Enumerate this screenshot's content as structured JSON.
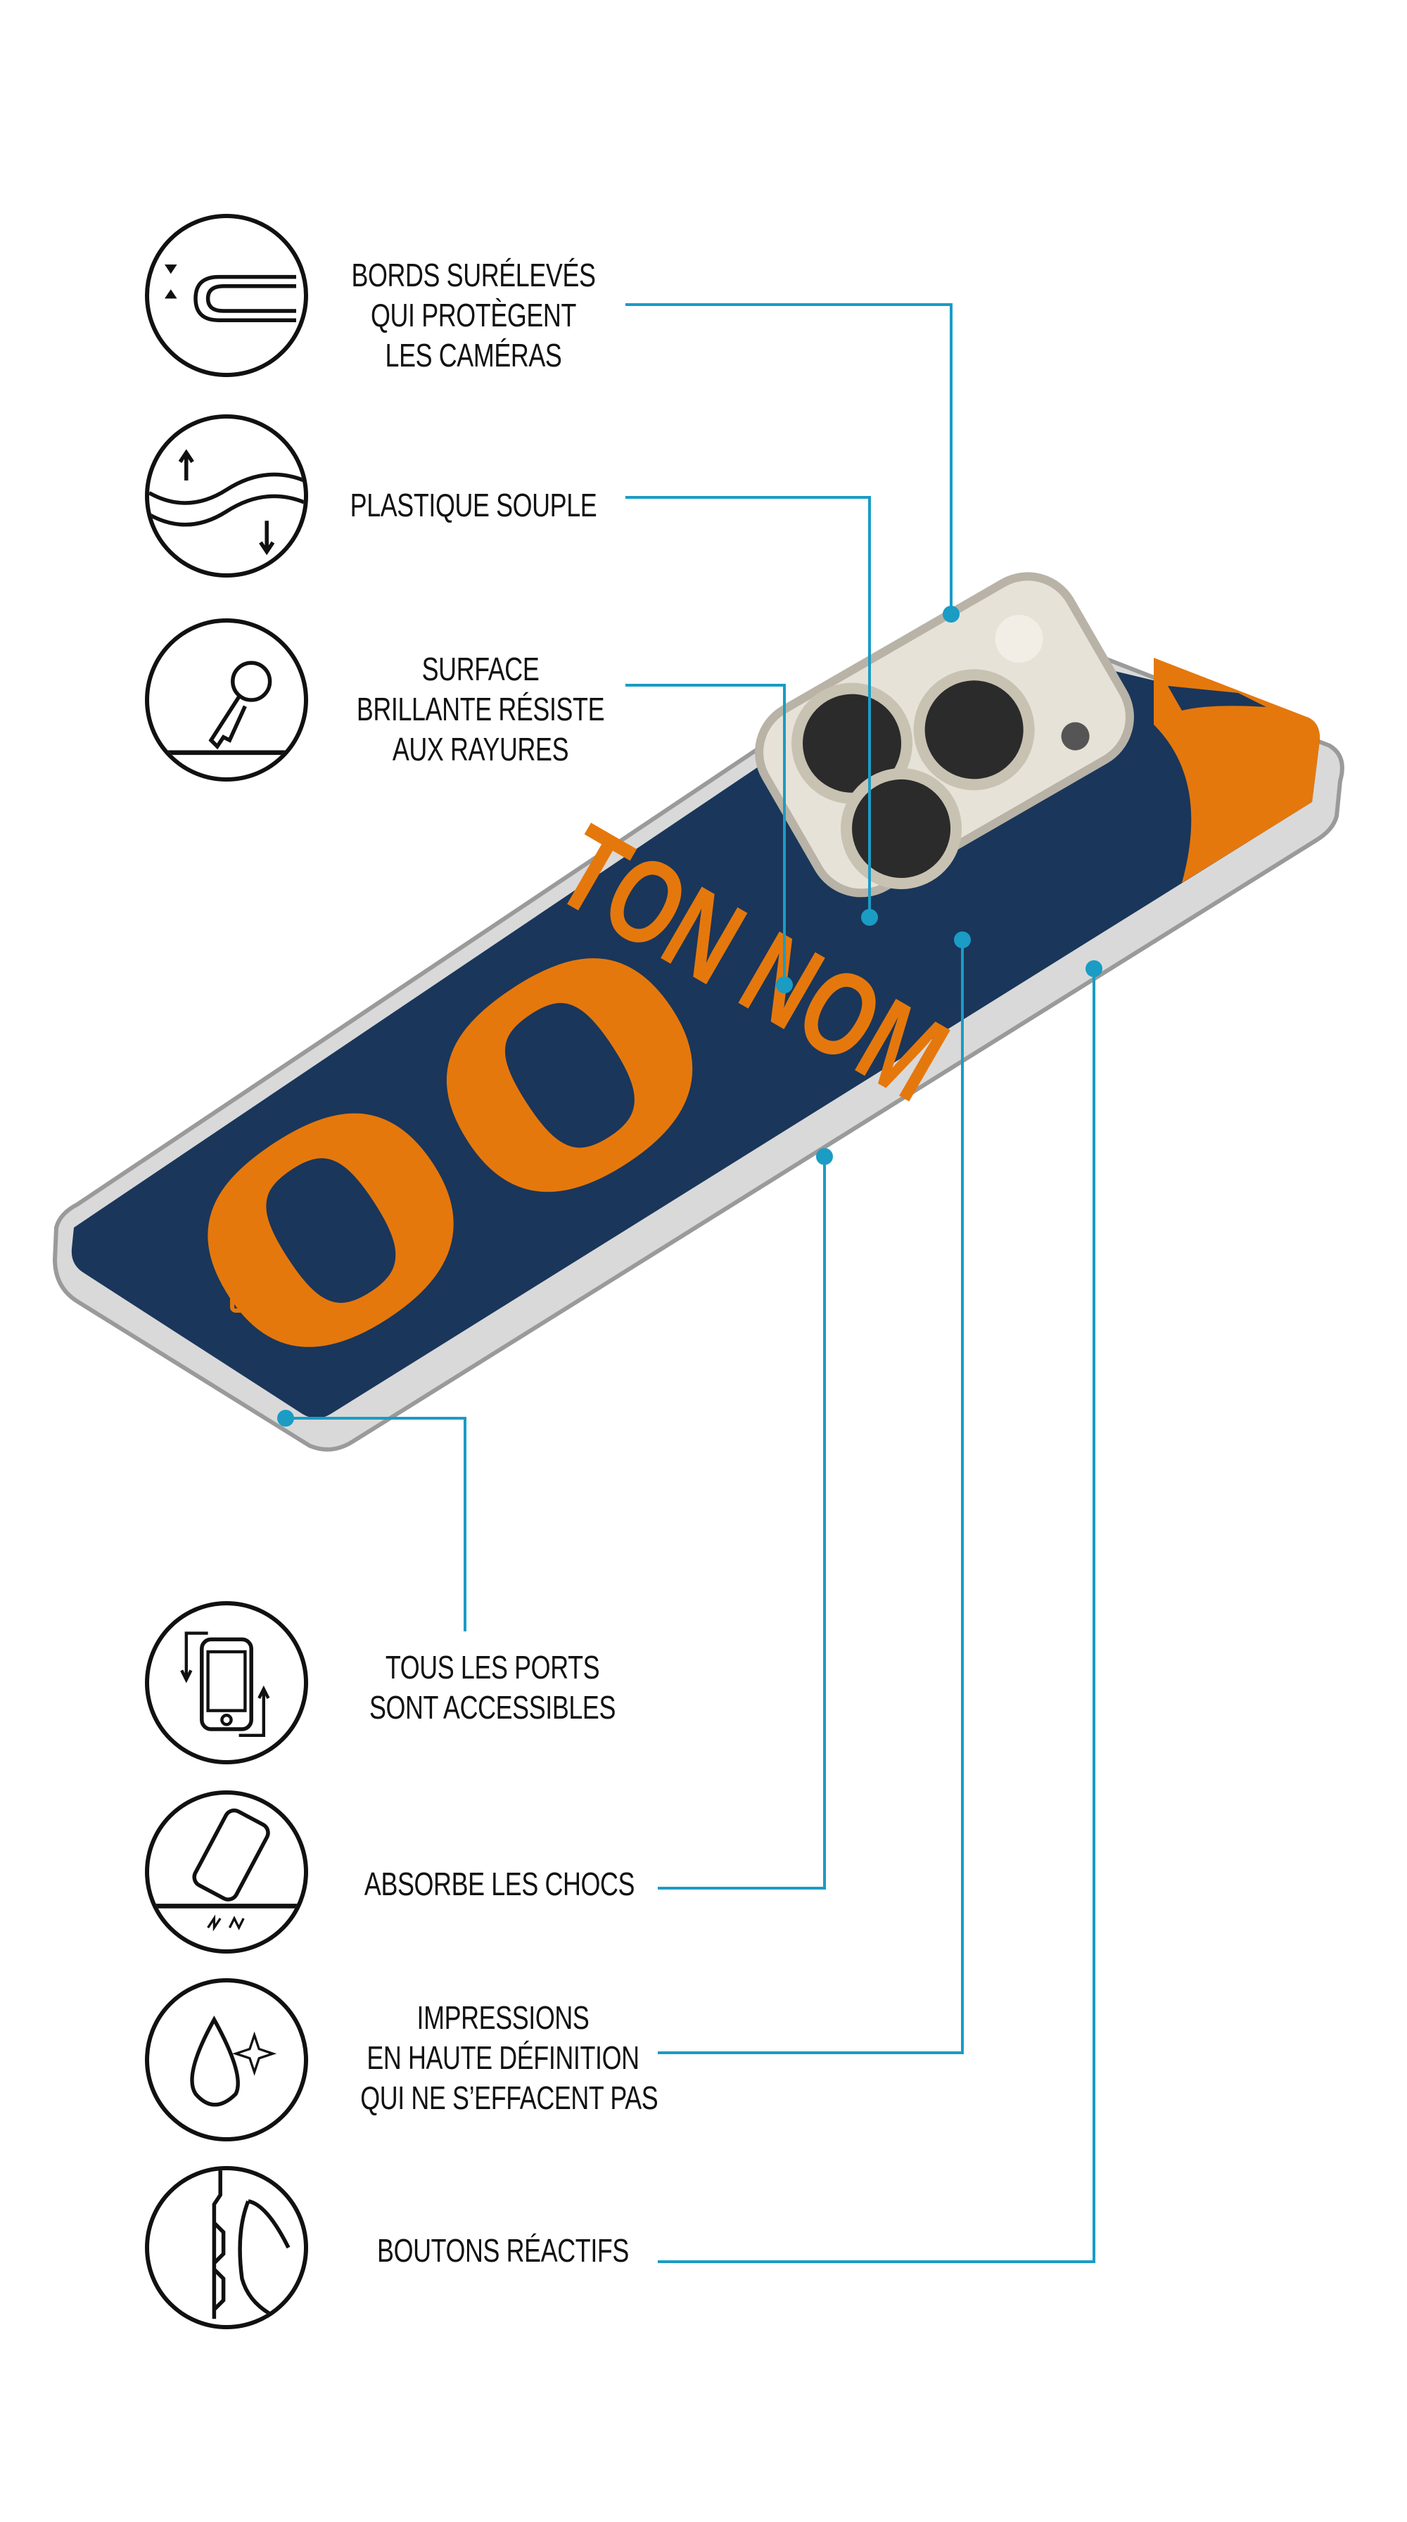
{
  "colors": {
    "accent_line": "#1a9cc4",
    "case_navy": "#1a365a",
    "jersey_orange": "#e5780c",
    "text": "#111111"
  },
  "phone": {
    "name_text": "TON NOM",
    "number_text": "00"
  },
  "features": [
    {
      "icon": "raised-edges-icon",
      "lines": [
        "BORDS SURÉLEVÉS",
        "QUI PROTÈGENT",
        "LES CAMÉRAS"
      ]
    },
    {
      "icon": "flexible-wave-icon",
      "lines": [
        "PLASTIQUE SOUPLE"
      ]
    },
    {
      "icon": "key-scratch-icon",
      "lines": [
        "SURFACE",
        "BRILLANTE RÉSISTE",
        "AUX RAYURES"
      ]
    },
    {
      "icon": "phone-rotate-icon",
      "lines": [
        "TOUS LES PORTS",
        "SONT ACCESSIBLES"
      ]
    },
    {
      "icon": "phone-drop-icon",
      "lines": [
        "ABSORBE LES CHOCS"
      ]
    },
    {
      "icon": "drop-sparkle-icon",
      "lines": [
        "IMPRESSIONS",
        "EN HAUTE DÉFINITION",
        "QUI NE S’EFFACENT PAS"
      ]
    },
    {
      "icon": "side-buttons-icon",
      "lines": [
        "BOUTONS RÉACTIFS"
      ]
    }
  ]
}
